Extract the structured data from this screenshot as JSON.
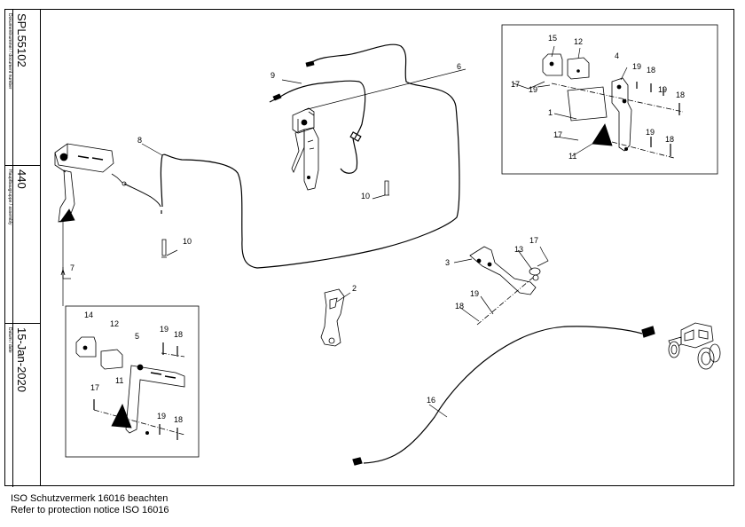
{
  "title_block": {
    "document_number_label": "Dokumentnummer / document number",
    "document_number": "SPL55102",
    "assembly_label": "Hauptbaugruppe / assembly",
    "assembly": "440",
    "date_label": "Datum / date",
    "date": "15-Jan-2020"
  },
  "footer": {
    "line1": "ISO Schutzvermerk 16016 beachten",
    "line2": "Refer to protection notice ISO 16016"
  },
  "callouts": {
    "c1": "1",
    "c2": "2",
    "c3": "3",
    "c4": "4",
    "c5": "5",
    "c6": "6",
    "c7": "7",
    "c8": "8",
    "c9": "9",
    "c10a": "10",
    "c10b": "10",
    "c11a": "11",
    "c11b": "11",
    "c12a": "12",
    "c12b": "12",
    "c13": "13",
    "c14": "14",
    "c15": "15",
    "c16": "16",
    "c17a": "17",
    "c17b": "17",
    "c17c": "17",
    "c17d": "17",
    "c18a": "18",
    "c18b": "18",
    "c18c": "18",
    "c18d": "18",
    "c18e": "18",
    "c18f": "18",
    "c19a": "19",
    "c19b": "19",
    "c19c": "19",
    "c19d": "19",
    "c19e": "19",
    "c19f": "19",
    "c19g": "19"
  }
}
